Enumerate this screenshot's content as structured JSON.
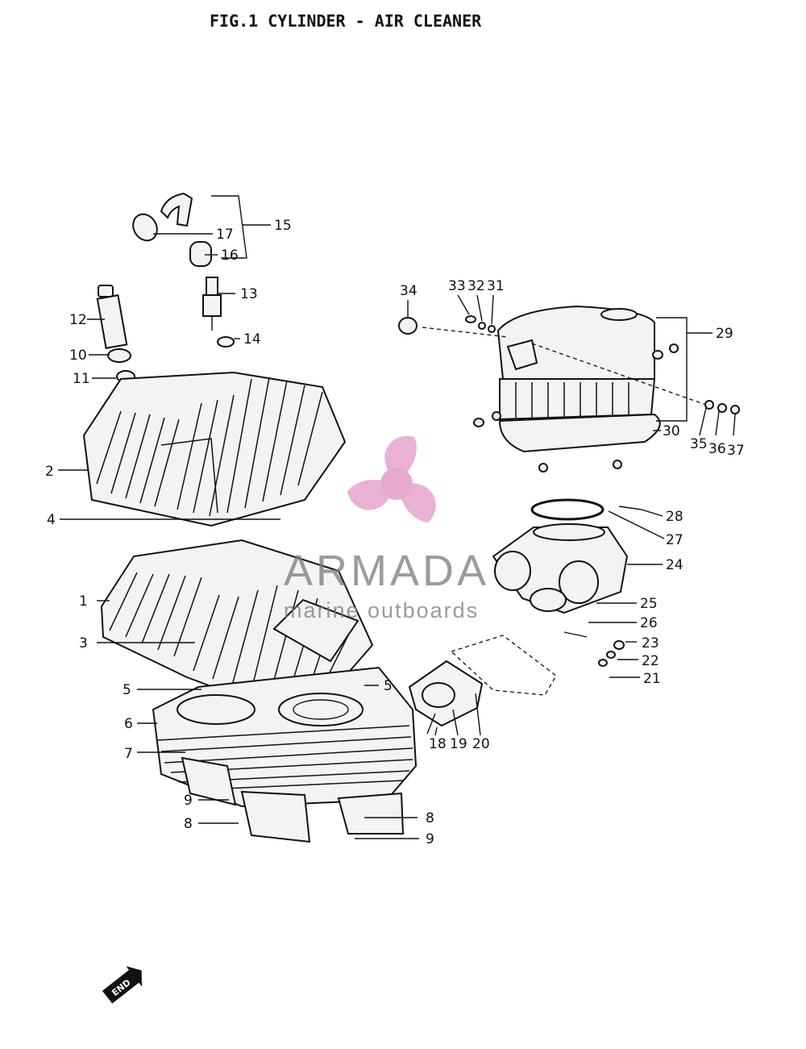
{
  "title": "FIG.1  CYLINDER - AIR CLEANER",
  "watermark": {
    "brand": "ARMADA",
    "tagline": "marine outboards",
    "accent_color": "#e7a9cf"
  },
  "callouts": [
    {
      "id": "c1",
      "text": "1"
    },
    {
      "id": "c2",
      "text": "2"
    },
    {
      "id": "c3",
      "text": "3"
    },
    {
      "id": "c4",
      "text": "4"
    },
    {
      "id": "c5a",
      "text": "5"
    },
    {
      "id": "c5b",
      "text": "5"
    },
    {
      "id": "c6",
      "text": "6"
    },
    {
      "id": "c7",
      "text": "7"
    },
    {
      "id": "c8a",
      "text": "8"
    },
    {
      "id": "c8b",
      "text": "8"
    },
    {
      "id": "c9a",
      "text": "9"
    },
    {
      "id": "c9b",
      "text": "9"
    },
    {
      "id": "c10",
      "text": "10"
    },
    {
      "id": "c11",
      "text": "11"
    },
    {
      "id": "c12",
      "text": "12"
    },
    {
      "id": "c13",
      "text": "13"
    },
    {
      "id": "c14",
      "text": "14"
    },
    {
      "id": "c15",
      "text": "15"
    },
    {
      "id": "c16",
      "text": "16"
    },
    {
      "id": "c17",
      "text": "17"
    },
    {
      "id": "c18",
      "text": "18"
    },
    {
      "id": "c19",
      "text": "19"
    },
    {
      "id": "c20",
      "text": "20"
    },
    {
      "id": "c21",
      "text": "21"
    },
    {
      "id": "c22",
      "text": "22"
    },
    {
      "id": "c23",
      "text": "23"
    },
    {
      "id": "c24",
      "text": "24"
    },
    {
      "id": "c25",
      "text": "25"
    },
    {
      "id": "c26",
      "text": "26"
    },
    {
      "id": "c27",
      "text": "27"
    },
    {
      "id": "c28",
      "text": "28"
    },
    {
      "id": "c29",
      "text": "29"
    },
    {
      "id": "c30",
      "text": "30"
    },
    {
      "id": "c31",
      "text": "31"
    },
    {
      "id": "c32",
      "text": "32"
    },
    {
      "id": "c33",
      "text": "33"
    },
    {
      "id": "c34",
      "text": "34"
    },
    {
      "id": "c35",
      "text": "35"
    },
    {
      "id": "c36",
      "text": "36"
    },
    {
      "id": "c37",
      "text": "37"
    }
  ],
  "end_marker": "END"
}
